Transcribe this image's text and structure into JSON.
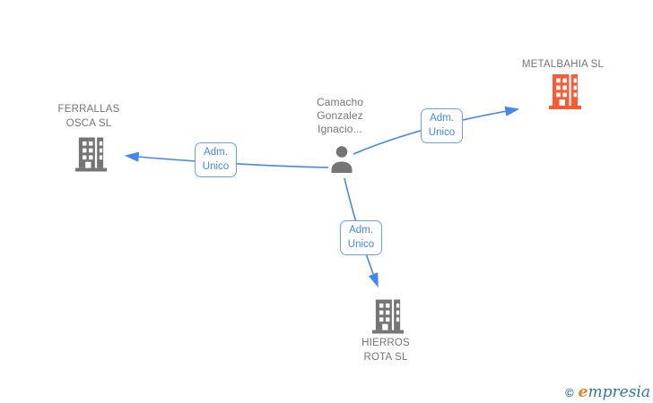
{
  "diagram_title": "corporate-relations-graph",
  "person": {
    "lines": [
      "Camacho",
      "Gonzalez",
      "Ignacio..."
    ]
  },
  "companies": [
    {
      "id": "metalbahia",
      "lines": [
        "METALBAHIA SL"
      ],
      "icon": "building-icon",
      "icon_color": "#fb5a35"
    },
    {
      "id": "ferrallas-osca",
      "lines": [
        "FERRALLAS",
        "OSCA SL"
      ],
      "icon": "building-icon",
      "icon_color": "#757575"
    },
    {
      "id": "hierros-rota",
      "lines": [
        "HIERROS",
        "ROTA SL"
      ],
      "icon": "building-icon",
      "icon_color": "#757575"
    }
  ],
  "edges": [
    {
      "from": "person",
      "to": "metalbahia",
      "lines": [
        "Adm.",
        "Unico"
      ]
    },
    {
      "from": "person",
      "to": "ferrallas-osca",
      "lines": [
        "Adm.",
        "Unico"
      ]
    },
    {
      "from": "person",
      "to": "hierros-rota",
      "lines": [
        "Adm.",
        "Unico"
      ]
    }
  ],
  "colors": {
    "edge_blue": "#4285f4",
    "box_border_blue": "#64a0f5",
    "label_gray": "#757575",
    "building_orange": "#fb5a35",
    "watermark_copyright": "#2d7493",
    "watermark_blue": "#2f76a4",
    "watermark_orange": "#ee7f1e"
  },
  "watermark": {
    "symbol": "©",
    "brand_initial": "e",
    "brand_rest": "mpresia"
  }
}
